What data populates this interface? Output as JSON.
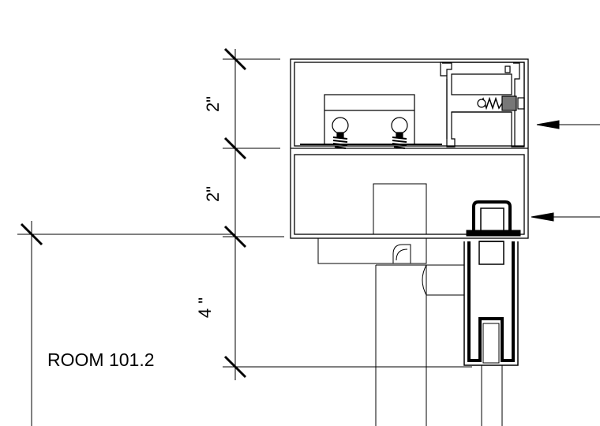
{
  "dimensions": {
    "upper": "2\"",
    "middle": "2\"",
    "lower": "4 \""
  },
  "room_label": "ROOM 101.2",
  "colors": {
    "line": "#000000",
    "shade": "#777777",
    "background": "#ffffff"
  }
}
